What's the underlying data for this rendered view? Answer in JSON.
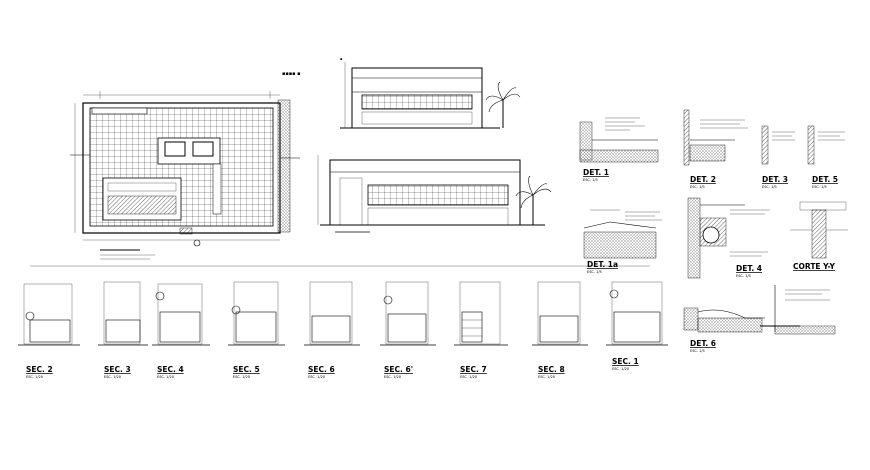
{
  "drawing": {
    "plan_title": "",
    "elevations": [],
    "details": [
      {
        "label": "DET. 1",
        "scale": "ESC. 1/5"
      },
      {
        "label": "DET. 2",
        "scale": "ESC. 1/5"
      },
      {
        "label": "DET. 3",
        "scale": "ESC. 1/5"
      },
      {
        "label": "DET. 5",
        "scale": "ESC. 1/5"
      },
      {
        "label": "DET. 1a",
        "scale": "ESC. 1/5"
      },
      {
        "label": "DET. 4",
        "scale": "ESC. 1/5"
      },
      {
        "label": "CORTE Y-Y",
        "scale": ""
      },
      {
        "label": "DET. 6",
        "scale": "ESC. 1/5"
      }
    ],
    "sections": [
      {
        "label": "SEC. 2",
        "scale": "ESC. 1/20"
      },
      {
        "label": "SEC. 3",
        "scale": "ESC. 1/20"
      },
      {
        "label": "SEC. 4",
        "scale": "ESC. 1/20"
      },
      {
        "label": "SEC. 5",
        "scale": "ESC. 1/20"
      },
      {
        "label": "SEC. 6",
        "scale": "ESC. 1/20"
      },
      {
        "label": "SEC. 6'",
        "scale": "ESC. 1/20"
      },
      {
        "label": "SEC. 7",
        "scale": "ESC. 1/20"
      },
      {
        "label": "SEC. 8",
        "scale": "ESC. 1/20"
      },
      {
        "label": "SEC. 1",
        "scale": "ESC. 1/20"
      }
    ]
  }
}
